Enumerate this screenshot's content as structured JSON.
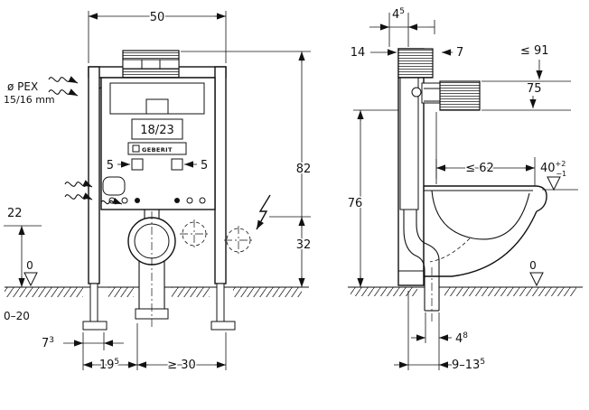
{
  "front": {
    "width_top": "50",
    "supply_label_1": "ø PEX",
    "supply_label_2": "15/16 mm",
    "flush_pipe_label": "18/23",
    "brand": "GEBERIT",
    "anchor_left": "5",
    "anchor_right": "5",
    "supply_height": "22",
    "datum": "0",
    "floor_buildup": "0–20",
    "total_height": "82",
    "outlet_height": "32",
    "foot_offset_main": "7",
    "foot_offset_sup": "3",
    "drain_offset_main": "19",
    "drain_offset_sup": "5",
    "side_clearance": "≥ 30"
  },
  "side": {
    "top_offset_main": "4",
    "top_offset_sup": "5",
    "frame_depth": "14",
    "plate_offset": "7",
    "max_height": "≤ 91",
    "plate_bottom_height": "75",
    "frame_height": "76",
    "bowl_depth": "≤ 62",
    "seat_height_main": "40",
    "seat_tol_plus": "+2",
    "seat_tol_minus": "−1",
    "datum": "0",
    "pipe_offset_main": "4",
    "pipe_offset_sup": "8",
    "drain_depth_main": "9–13",
    "drain_depth_sup": "5"
  },
  "icons": {
    "lightning": "lightning-bolt",
    "water_flow": "wavy-arrow",
    "datum_marker": "datum-triangle"
  },
  "colors": {
    "line": "#1a1a1a",
    "background": "#ffffff"
  }
}
